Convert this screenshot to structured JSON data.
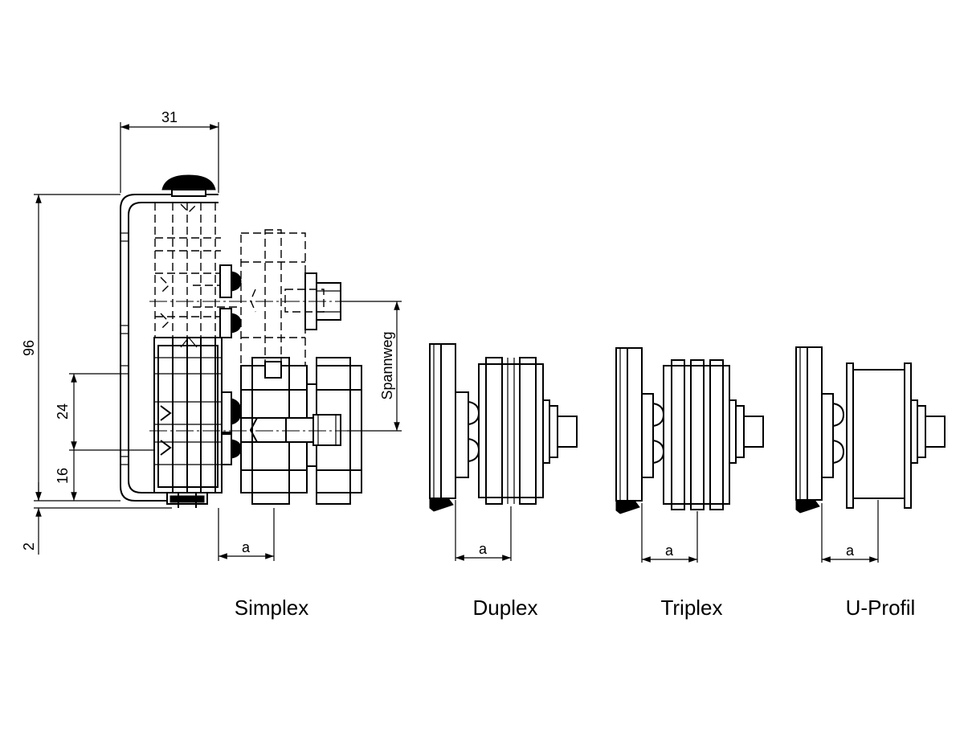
{
  "dimensions": {
    "width_31": "31",
    "height_96": "96",
    "dim_24": "24",
    "dim_16": "16",
    "dim_2": "2",
    "travel": "Spannweg",
    "a_simplex": "a",
    "a_duplex": "a",
    "a_triplex": "a",
    "a_uprofil": "a"
  },
  "captions": {
    "simplex": "Simplex",
    "duplex": "Duplex",
    "triplex": "Triplex",
    "uprofil": "U-Profil"
  },
  "colors": {
    "line": "#000000",
    "background": "#ffffff"
  }
}
